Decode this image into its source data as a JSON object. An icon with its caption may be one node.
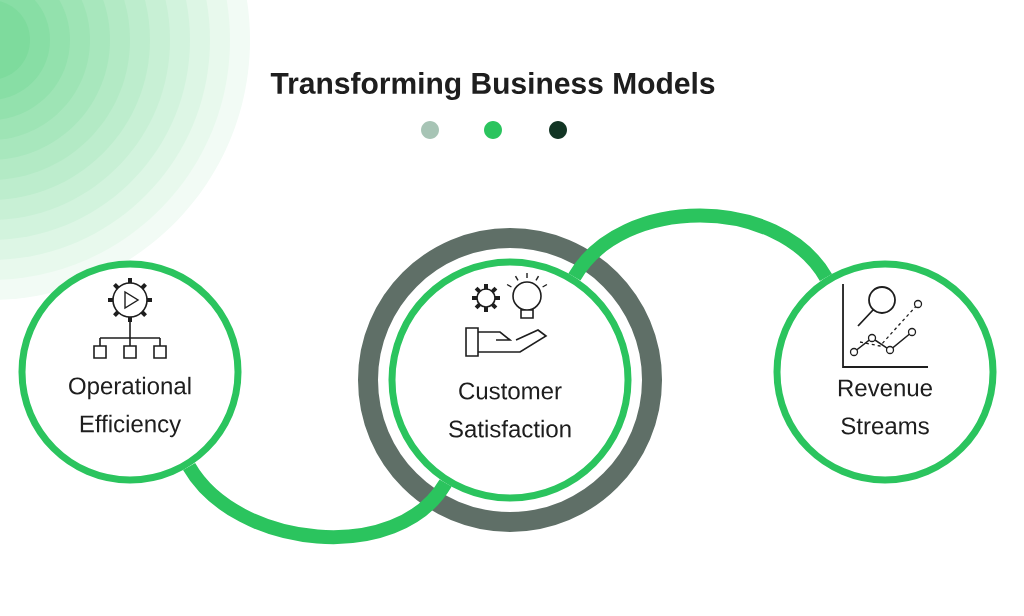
{
  "diagram": {
    "title": "Transforming Business Models",
    "nodes": [
      {
        "text": [
          "Operational Efficiency"
        ]
      },
      {
        "text": [
          "Customer Satisfaction"
        ]
      },
      {
        "text": [
          "Revenue Streams"
        ]
      }
    ],
    "edges": [
      {
        "from": 0,
        "to": 1,
        "arrow": "none"
      },
      {
        "from": 1,
        "to": 2,
        "arrow": "none"
      }
    ]
  }
}
